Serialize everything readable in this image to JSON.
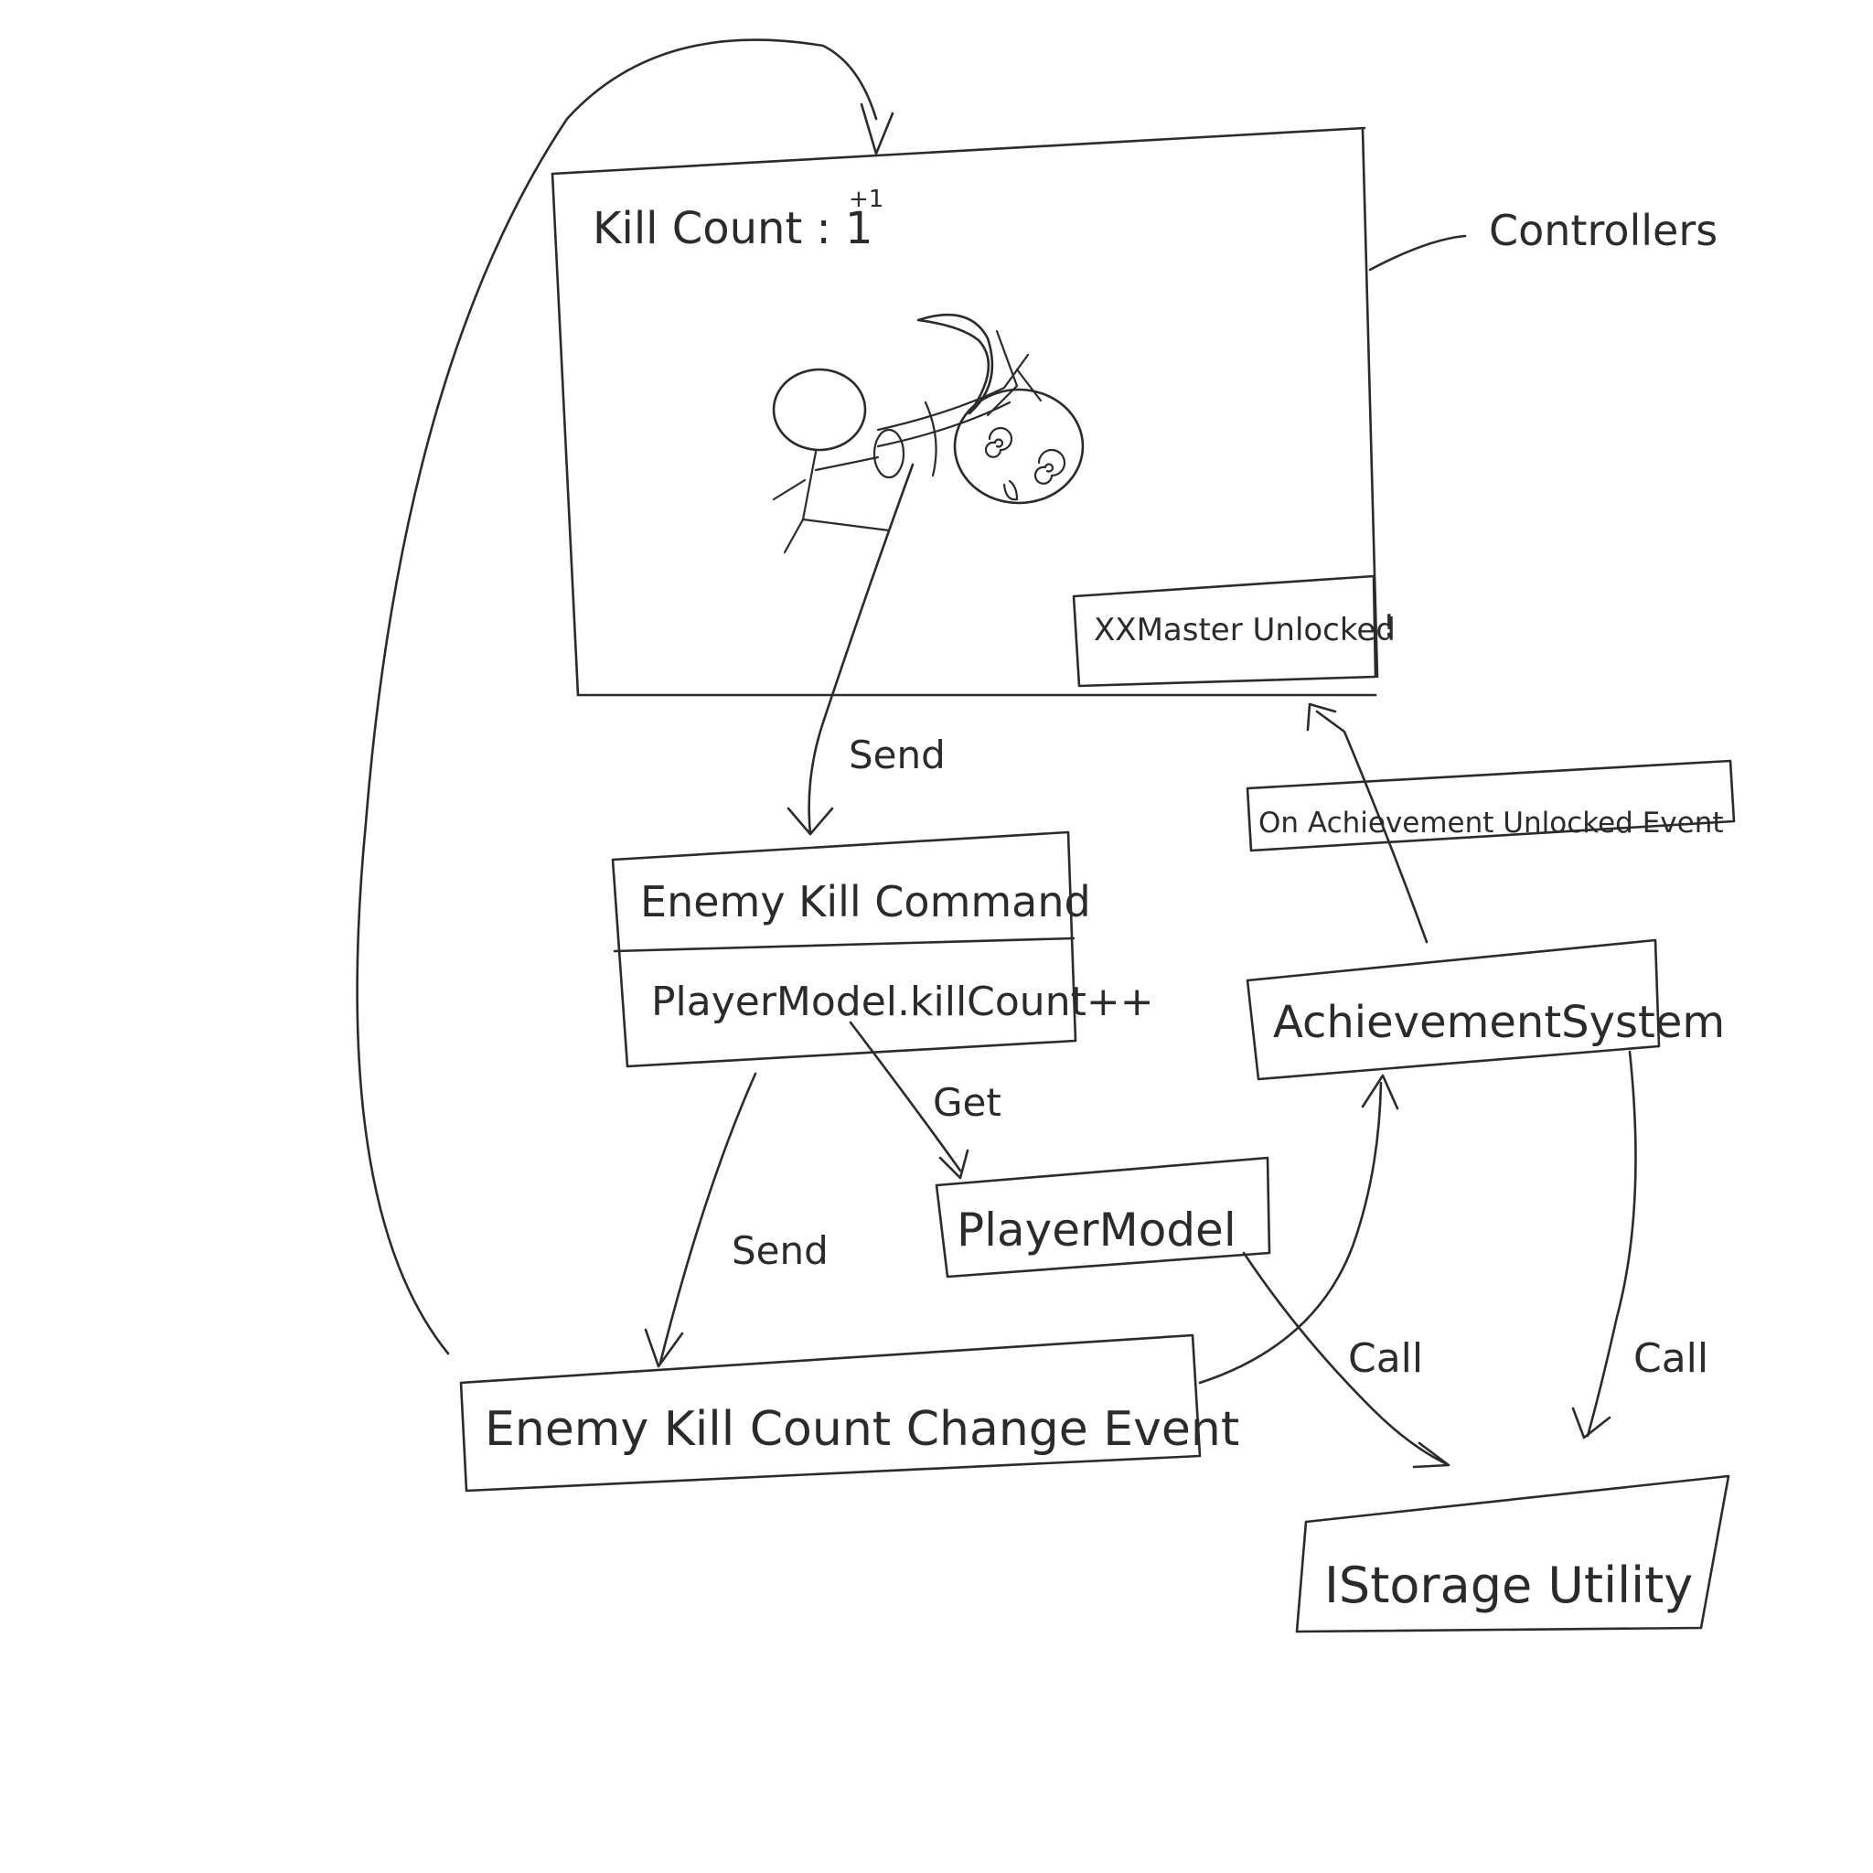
{
  "kill_count_label": "Kill Count : 1",
  "kill_count_increment": "+1",
  "controllers_label": "Controllers",
  "achievement_popup": "XXMaster Unlocked",
  "achievement_popup_bang": "!",
  "enemy_kill_command": {
    "title": "Enemy Kill Command",
    "body": "PlayerModel.killCount++"
  },
  "player_model": "PlayerModel",
  "achievement_system": "AchievementSystem",
  "on_achievement_unlocked_event": "On Achievement Unlocked Event",
  "enemy_kill_count_change_event": "Enemy Kill Count Change Event",
  "storage_utility": "IStorage Utility",
  "edges": {
    "send_1": "Send",
    "send_2": "Send",
    "get": "Get",
    "call_1": "Call",
    "call_2": "Call"
  }
}
